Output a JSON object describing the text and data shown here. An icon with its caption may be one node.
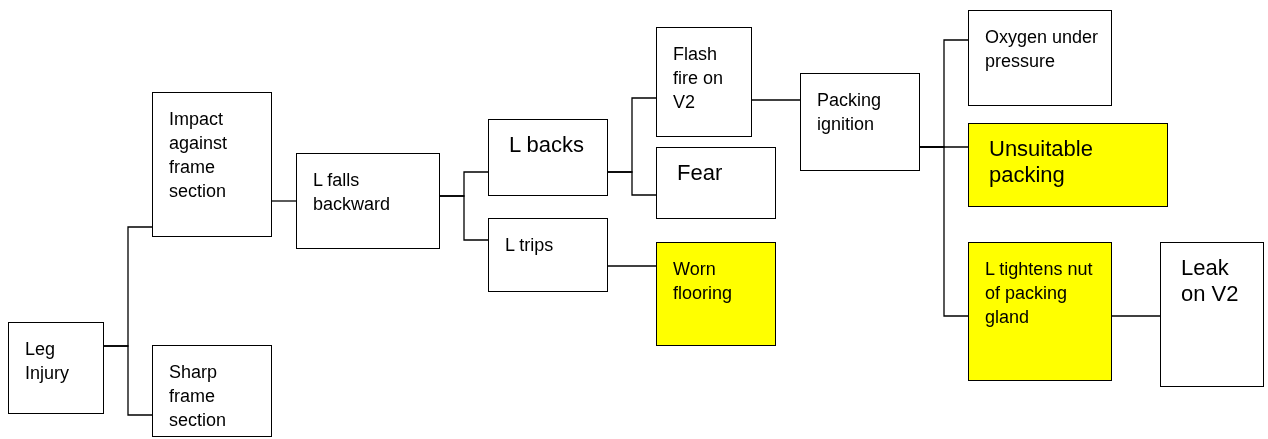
{
  "diagram": {
    "nodes": [
      {
        "text": [
          "Leg Injury"
        ]
      },
      {
        "text": [
          "Impact against frame section"
        ]
      },
      {
        "text": [
          "Sharp frame section"
        ]
      },
      {
        "text": [
          "L falls backward"
        ]
      },
      {
        "text": [
          "L backs"
        ]
      },
      {
        "text": [
          "L trips"
        ]
      },
      {
        "text": [
          "Flash fire on V2"
        ]
      },
      {
        "text": [
          "Fear"
        ]
      },
      {
        "text": [
          "Worn flooring"
        ]
      },
      {
        "text": [
          "Packing ignition"
        ]
      },
      {
        "text": [
          "Oxygen under pressure"
        ]
      },
      {
        "text": [
          "Unsuitable packing"
        ]
      },
      {
        "text": [
          "L tightens nut of packing gland"
        ]
      },
      {
        "text": [
          "Leak on V2"
        ]
      }
    ],
    "edges": [
      {
        "from": 0,
        "to": 1,
        "arrow": "none"
      },
      {
        "from": 0,
        "to": 2,
        "arrow": "none"
      },
      {
        "from": 1,
        "to": 3,
        "arrow": "none"
      },
      {
        "from": 3,
        "to": 4,
        "arrow": "none"
      },
      {
        "from": 3,
        "to": 5,
        "arrow": "none"
      },
      {
        "from": 4,
        "to": 6,
        "arrow": "none"
      },
      {
        "from": 4,
        "to": 7,
        "arrow": "none"
      },
      {
        "from": 5,
        "to": 8,
        "arrow": "none"
      },
      {
        "from": 6,
        "to": 9,
        "arrow": "none"
      },
      {
        "from": 9,
        "to": 10,
        "arrow": "none"
      },
      {
        "from": 9,
        "to": 11,
        "arrow": "none"
      },
      {
        "from": 9,
        "to": 12,
        "arrow": "none"
      },
      {
        "from": 12,
        "to": 13,
        "arrow": "none"
      }
    ]
  }
}
